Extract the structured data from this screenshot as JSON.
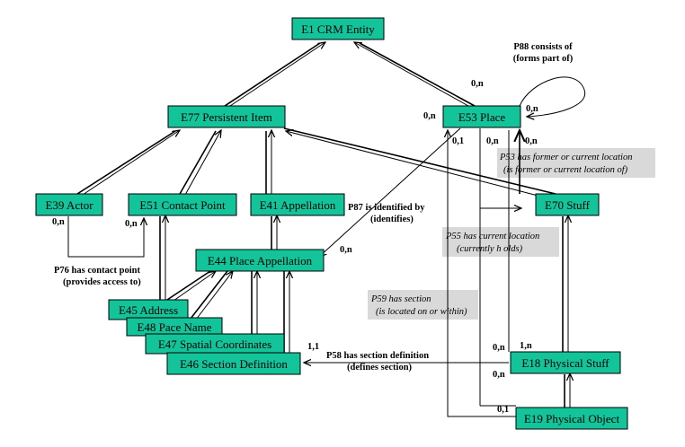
{
  "nodes": {
    "e1": "E1 CRM Entity",
    "e77": "E77 Persistent Item",
    "e53": "E53 Place",
    "e39": "E39 Actor",
    "e51": "E51 Contact Point",
    "e41": "E41 Appellation",
    "e70": "E70 Stuff",
    "e44": "E44 Place Appellation",
    "e45": "E45 Address",
    "e48": "E48 Pace Name",
    "e47": "E47 Spatial Coordinates",
    "e46": "E46 Section Definition",
    "e18": "E18 Physical Stuff",
    "e19": "E19 Physical Object"
  },
  "properties": {
    "p88_a": "P88 consists of",
    "p88_b": "(forms part of)",
    "p87_a": "P87 is identified by",
    "p87_b": "(identifies)",
    "p76_a": "P76 has contact point",
    "p76_b": "(provides access to)",
    "p53_a": "P53 has former or current location",
    "p53_b": "(is  former or current location of)",
    "p55_a": "P55 has current location",
    "p55_b": "(currently h olds)",
    "p59_a": "P59 has section",
    "p59_b": "(is located on or within)",
    "p58_a": "P58 has section definition",
    "p58_b": "(defines section)"
  },
  "cardinalities": {
    "p88_top": "0,n",
    "p88_right": "0,n",
    "e53_left": "0,n",
    "e53_b1": "0,1",
    "e53_b2": "0,n",
    "e53_b3": "0,n",
    "e39_n": "0,n",
    "e51_n": "0,n",
    "p87_n": "0,n",
    "p58_11": "1,1",
    "e18_0n": "0,n",
    "e18_1n": "1,n",
    "e18_0n_b": "0,n",
    "e19_01": "0,1"
  }
}
